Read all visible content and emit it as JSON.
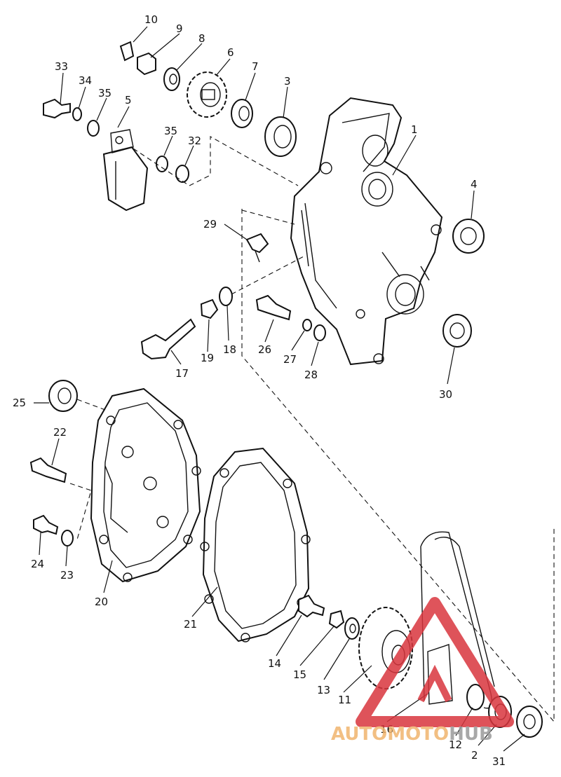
{
  "diagram": {
    "callouts": [
      "1",
      "2",
      "3",
      "4",
      "5",
      "6",
      "7",
      "8",
      "9",
      "10",
      "11",
      "12",
      "13",
      "14",
      "15",
      "16",
      "17",
      "18",
      "19",
      "20",
      "21",
      "22",
      "23",
      "24",
      "25",
      "26",
      "27",
      "28",
      "29",
      "30",
      "31",
      "32",
      "33",
      "34",
      "35",
      "35"
    ]
  },
  "watermark": {
    "part1": "AUTO",
    "part2": "MOTO",
    "part3": "HUB",
    "colors": {
      "accent": "#f0b46e",
      "red": "#d9363e",
      "grey": "#9a9a9a"
    }
  }
}
